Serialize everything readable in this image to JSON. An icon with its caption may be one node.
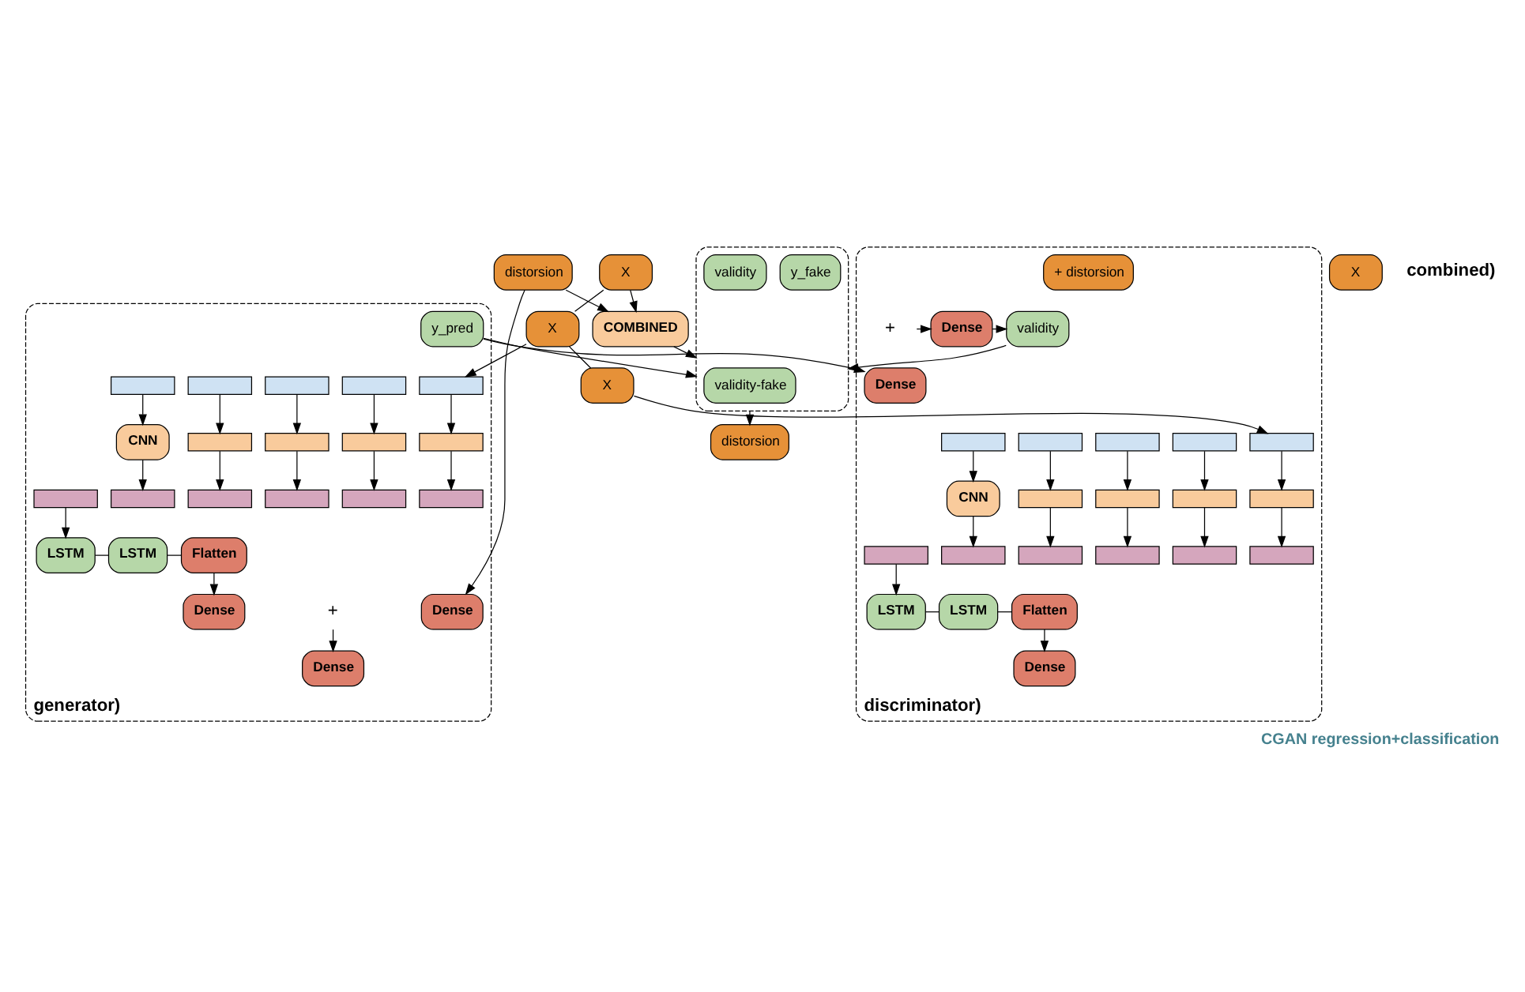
{
  "diagram": {
    "caption": "CGAN regression+classification",
    "nodes": [
      {
        "text": [
          "X"
        ]
      },
      {
        "text": [
          "distorsion"
        ]
      },
      {
        "text": [
          "X"
        ]
      },
      {
        "text": [
          "generator)"
        ]
      },
      {
        "text": [],
        "shape": "box",
        "in": 3
      },
      {
        "text": [],
        "shape": "box",
        "in": 3
      },
      {
        "text": [],
        "shape": "box",
        "in": 3
      },
      {
        "text": [],
        "shape": "box",
        "in": 3
      },
      {
        "text": [],
        "shape": "box",
        "in": 3
      },
      {
        "text": [],
        "shape": "box",
        "in": 3
      },
      {
        "text": [],
        "shape": "box",
        "in": 3
      },
      {
        "text": [],
        "shape": "box",
        "in": 3
      },
      {
        "text": [],
        "shape": "box",
        "in": 3
      },
      {
        "text": [
          "CNN"
        ],
        "in": 3
      },
      {
        "text": [],
        "shape": "box",
        "in": 3
      },
      {
        "text": [],
        "shape": "box",
        "in": 3
      },
      {
        "text": [],
        "shape": "box",
        "in": 3
      },
      {
        "text": [],
        "shape": "box",
        "in": 3
      },
      {
        "text": [],
        "shape": "box",
        "in": 3
      },
      {
        "text": [],
        "shape": "box",
        "in": 3
      },
      {
        "text": [
          "LSTM"
        ],
        "in": 3
      },
      {
        "text": [
          "LSTM"
        ],
        "in": 3
      },
      {
        "text": [
          "Flatten"
        ],
        "in": 3
      },
      {
        "text": [
          "Dense"
        ],
        "in": 3
      },
      {
        "text": [
          "+"
        ],
        "in": 3
      },
      {
        "text": [
          "Dense"
        ],
        "in": 3
      },
      {
        "text": [
          "Dense"
        ],
        "in": 3
      },
      {
        "text": [
          "y_pred"
        ],
        "in": 3
      },
      {
        "text": [
          "X"
        ]
      },
      {
        "text": [
          "discriminator)"
        ]
      },
      {
        "text": [],
        "shape": "box",
        "in": 29
      },
      {
        "text": [],
        "shape": "box",
        "in": 29
      },
      {
        "text": [],
        "shape": "box",
        "in": 29
      },
      {
        "text": [],
        "shape": "box",
        "in": 29
      },
      {
        "text": [],
        "shape": "box",
        "in": 29
      },
      {
        "text": [],
        "shape": "box",
        "in": 29
      },
      {
        "text": [],
        "shape": "box",
        "in": 29
      },
      {
        "text": [],
        "shape": "box",
        "in": 29
      },
      {
        "text": [],
        "shape": "box",
        "in": 29
      },
      {
        "text": [
          "CNN"
        ],
        "in": 29
      },
      {
        "text": [],
        "shape": "box",
        "in": 29
      },
      {
        "text": [],
        "shape": "box",
        "in": 29
      },
      {
        "text": [],
        "shape": "box",
        "in": 29
      },
      {
        "text": [],
        "shape": "box",
        "in": 29
      },
      {
        "text": [],
        "shape": "box",
        "in": 29
      },
      {
        "text": [],
        "shape": "box",
        "in": 29
      },
      {
        "text": [
          "LSTM"
        ],
        "in": 29
      },
      {
        "text": [
          "LSTM"
        ],
        "in": 29
      },
      {
        "text": [
          "Flatten"
        ],
        "in": 29
      },
      {
        "text": [
          "+ distorsion"
        ],
        "in": 29
      },
      {
        "text": [
          "Dense"
        ],
        "in": 29
      },
      {
        "text": [
          "+"
        ],
        "in": 29
      },
      {
        "text": [
          "Dense"
        ],
        "in": 29
      },
      {
        "text": [
          "Dense"
        ],
        "in": 29
      },
      {
        "text": [
          "validity"
        ],
        "in": 29
      },
      {
        "text": [
          "X"
        ]
      },
      {
        "text": [
          "distorsion"
        ]
      },
      {
        "text": [
          "COMBINED"
        ]
      },
      {
        "text": [],
        "shape": "box"
      },
      {
        "text": [
          "validity-fake"
        ],
        "in": 58
      },
      {
        "text": [
          "y_fake"
        ],
        "in": 58
      },
      {
        "text": [
          "validity"
        ],
        "in": 58
      }
    ],
    "edges": [
      {
        "from": 0,
        "to": 2,
        "arrow": "none"
      },
      {
        "from": 2,
        "to": 28,
        "arrow": "none"
      },
      {
        "from": 0,
        "to": 57,
        "arrow": "to"
      },
      {
        "from": 2,
        "to": 4,
        "arrow": "to"
      },
      {
        "from": 4,
        "to": 9,
        "arrow": "to"
      },
      {
        "from": 5,
        "to": 10,
        "arrow": "to"
      },
      {
        "from": 6,
        "to": 11,
        "arrow": "to"
      },
      {
        "from": 7,
        "to": 12,
        "arrow": "to"
      },
      {
        "from": 8,
        "to": 13,
        "arrow": "to"
      },
      {
        "from": 9,
        "to": 14,
        "arrow": "to"
      },
      {
        "from": 10,
        "to": 15,
        "arrow": "to"
      },
      {
        "from": 11,
        "to": 16,
        "arrow": "to"
      },
      {
        "from": 12,
        "to": 17,
        "arrow": "to"
      },
      {
        "from": 13,
        "to": 18,
        "arrow": "to"
      },
      {
        "from": 19,
        "to": 20,
        "arrow": "to"
      },
      {
        "from": 20,
        "to": 21,
        "arrow": "none"
      },
      {
        "from": 21,
        "to": 22,
        "arrow": "none"
      },
      {
        "from": 22,
        "to": 23,
        "arrow": "to"
      },
      {
        "from": 24,
        "to": 26,
        "arrow": "to"
      },
      {
        "from": 1,
        "to": 25,
        "arrow": "to"
      },
      {
        "from": 1,
        "to": 57,
        "arrow": "to"
      },
      {
        "from": 27,
        "to": 50,
        "arrow": "to"
      },
      {
        "from": 27,
        "to": 58,
        "arrow": "to"
      },
      {
        "from": 28,
        "to": 30,
        "arrow": "to"
      },
      {
        "from": 30,
        "to": 35,
        "arrow": "to"
      },
      {
        "from": 31,
        "to": 36,
        "arrow": "to"
      },
      {
        "from": 32,
        "to": 37,
        "arrow": "to"
      },
      {
        "from": 33,
        "to": 38,
        "arrow": "to"
      },
      {
        "from": 34,
        "to": 39,
        "arrow": "to"
      },
      {
        "from": 35,
        "to": 40,
        "arrow": "to"
      },
      {
        "from": 36,
        "to": 41,
        "arrow": "to"
      },
      {
        "from": 37,
        "to": 42,
        "arrow": "to"
      },
      {
        "from": 38,
        "to": 43,
        "arrow": "to"
      },
      {
        "from": 39,
        "to": 44,
        "arrow": "to"
      },
      {
        "from": 45,
        "to": 46,
        "arrow": "to"
      },
      {
        "from": 46,
        "to": 47,
        "arrow": "none"
      },
      {
        "from": 47,
        "to": 48,
        "arrow": "none"
      },
      {
        "from": 48,
        "to": 53,
        "arrow": "to"
      },
      {
        "from": 51,
        "to": 52,
        "arrow": "to"
      },
      {
        "from": 52,
        "to": 54,
        "arrow": "to"
      },
      {
        "from": 54,
        "to": 58,
        "arrow": "to"
      },
      {
        "from": 57,
        "to": 58,
        "arrow": "to"
      },
      {
        "from": 58,
        "to": 56,
        "arrow": "to"
      }
    ],
    "labels": [
      "combined)"
    ]
  }
}
